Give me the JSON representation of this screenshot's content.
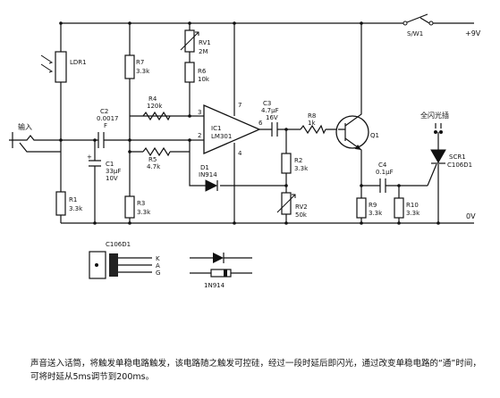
{
  "labels": {
    "supply": "+9V",
    "ground": "0V",
    "switch": "S/W1",
    "input": "输入",
    "full_strobe": "全闪光插",
    "ldr": "LDR1",
    "r7": [
      "R7",
      "3.3k"
    ],
    "rv1": [
      "RV1",
      "2M"
    ],
    "r6": [
      "R6",
      "10k"
    ],
    "c2": [
      "C2",
      "0.0017",
      "F"
    ],
    "r4": [
      "R4",
      "120k"
    ],
    "r5": [
      "R5",
      "4.7k"
    ],
    "ic1": [
      "IC1",
      "LM301"
    ],
    "c3": [
      "C3",
      "4.7μF",
      "16V"
    ],
    "r8": [
      "R8",
      "1k"
    ],
    "q1": "Q1",
    "c1": [
      "C1",
      "33μF",
      "10V"
    ],
    "d1": [
      "D1",
      "IN914"
    ],
    "r2": [
      "R2",
      "3.3k"
    ],
    "r1": [
      "R1",
      "3.3k"
    ],
    "r3": [
      "R3",
      "3.3k"
    ],
    "rv2": [
      "RV2",
      "50k"
    ],
    "c4": [
      "C4",
      "0.1μF"
    ],
    "r9": [
      "R9",
      "3.3k"
    ],
    "r10": [
      "R10",
      "3.3k"
    ],
    "scr": [
      "SCR1",
      "C106D1"
    ],
    "scr_pkg": "C106D1",
    "diode_part": "1N914",
    "pin2": "2",
    "pin3": "3",
    "pin4": "4",
    "pin6": "6",
    "pin7": "7",
    "pinK": "K",
    "pinA": "A",
    "pinG": "G"
  },
  "caption": "声音送入话筒，将触发单稳电路触发，该电路随之触发可控硅，经过一段时延后即闪光，通过改变单稳电路的“通”时间，可将时延从5ms调节到200ms。"
}
